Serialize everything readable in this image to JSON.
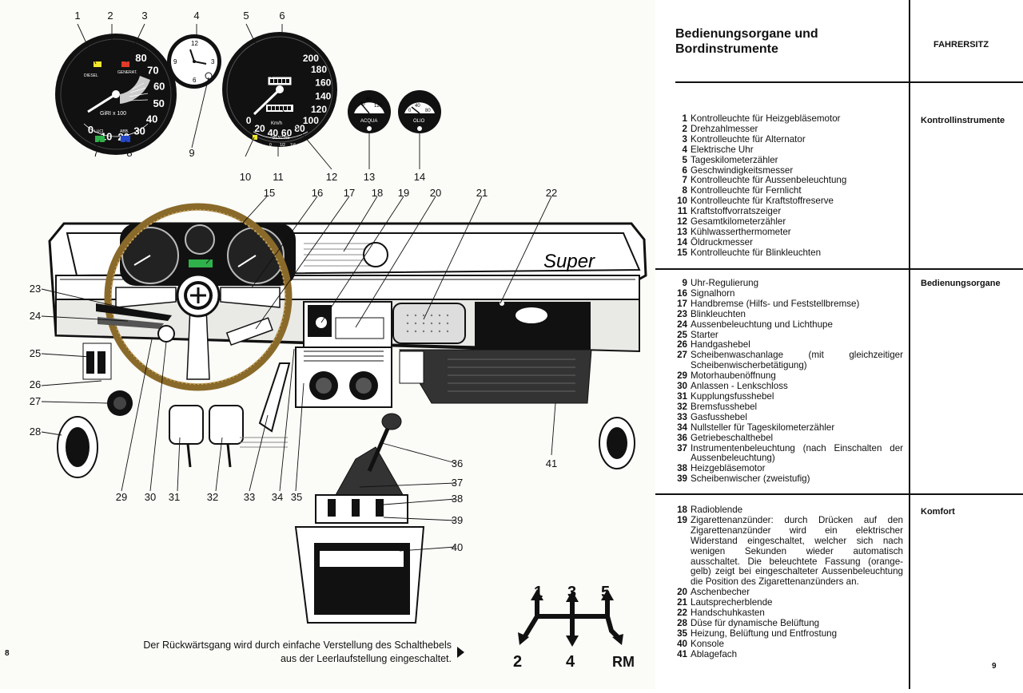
{
  "header": {
    "title_line1": "Bedienungsorgane und",
    "title_line2": "Bordinstrumente",
    "section_tab": "FAHRERSITZ"
  },
  "pages": {
    "left": "8",
    "right": "9"
  },
  "caption": {
    "line1": "Der Rückwärtsgang wird durch einfache Verstellung des Schalthebels",
    "line2": "aus der Leerlaufstellung eingeschaltet."
  },
  "dashboard": {
    "brand_script": "Super",
    "callouts": [
      "1",
      "2",
      "3",
      "4",
      "5",
      "6",
      "7",
      "8",
      "9",
      "10",
      "11",
      "12",
      "13",
      "14",
      "15",
      "16",
      "17",
      "18",
      "19",
      "20",
      "21",
      "22",
      "23",
      "24",
      "25",
      "26",
      "27",
      "28",
      "29",
      "30",
      "31",
      "32",
      "33",
      "34",
      "35",
      "36",
      "37",
      "38",
      "39",
      "40",
      "41"
    ],
    "tach": {
      "ticks": [
        "0",
        "10",
        "20",
        "30",
        "40",
        "50",
        "60",
        "70",
        "80"
      ],
      "unit": "GiRI x 100",
      "warn1": "DIESEL",
      "warn2": "GENERAT.",
      "lamp1": "LUCI",
      "lamp2": "ABB.",
      "green": "#2fb24a",
      "blue": "#2547c9",
      "yellow": "#f2e62e",
      "red": "#e23a2a"
    },
    "clock": {
      "ticks": [
        "12",
        "3",
        "6",
        "9"
      ]
    },
    "speedo": {
      "ticks": [
        "0",
        "20",
        "40",
        "60",
        "80",
        "100",
        "120",
        "140",
        "160",
        "180",
        "200"
      ],
      "unit": "Km/h",
      "fuel": "BENZINE",
      "fuel_scale": [
        "0",
        "1/2",
        "1/4"
      ]
    },
    "water": {
      "label": "ACQUA",
      "ticks": [
        "40",
        "80",
        "120"
      ]
    },
    "oil": {
      "label": "OLIO",
      "ticks": [
        "0",
        "40",
        "80"
      ]
    },
    "gearshift": {
      "positions": [
        "1",
        "2",
        "3",
        "4",
        "5",
        "RM"
      ]
    },
    "steering_wheel_color": "#8a6a2a"
  },
  "sections": {
    "instruments": {
      "label": "Kontrollinstrumente",
      "items": [
        {
          "n": "1",
          "t": "Kontrolleuchte für Heizgebläsemotor"
        },
        {
          "n": "2",
          "t": "Drehzahlmesser"
        },
        {
          "n": "3",
          "t": "Kontrolleuchte für Alternator"
        },
        {
          "n": "4",
          "t": "Elektrische Uhr"
        },
        {
          "n": "5",
          "t": "Tageskilometerzähler"
        },
        {
          "n": "6",
          "t": "Geschwindigkeitsmesser"
        },
        {
          "n": "7",
          "t": "Kontrolleuchte für Aussenbeleuchtung"
        },
        {
          "n": "8",
          "t": "Kontrolleuchte für Fernlicht"
        },
        {
          "n": "10",
          "t": "Kontrolleuchte für Kraftstoffreserve"
        },
        {
          "n": "11",
          "t": "Kraftstoffvorratszeiger"
        },
        {
          "n": "12",
          "t": "Gesamtkilometerzähler"
        },
        {
          "n": "13",
          "t": "Kühlwasserthermometer"
        },
        {
          "n": "14",
          "t": "Öldruckmesser"
        },
        {
          "n": "15",
          "t": "Kontrolleuchte für Blinkleuchten"
        }
      ]
    },
    "controls": {
      "label": "Bedienungsorgane",
      "items": [
        {
          "n": "9",
          "t": "Uhr-Regulierung"
        },
        {
          "n": "16",
          "t": "Signalhorn"
        },
        {
          "n": "17",
          "t": "Handbremse (Hilfs- und Feststellbremse)"
        },
        {
          "n": "23",
          "t": "Blinkleuchten"
        },
        {
          "n": "24",
          "t": "Aussenbeleuchtung und Lichthupe"
        },
        {
          "n": "25",
          "t": "Starter"
        },
        {
          "n": "26",
          "t": "Handgashebel"
        },
        {
          "n": "27",
          "t": "Scheibenwaschanlage (mit gleichzeitiger Scheibenwischerbetätigung)"
        },
        {
          "n": "29",
          "t": "Motorhaubenöffnung"
        },
        {
          "n": "30",
          "t": "Anlassen - Lenkschloss"
        },
        {
          "n": "31",
          "t": "Kupplungsfusshebel"
        },
        {
          "n": "32",
          "t": "Bremsfusshebel"
        },
        {
          "n": "33",
          "t": "Gasfusshebel"
        },
        {
          "n": "34",
          "t": "Nullsteller für Tageskilometerzähler"
        },
        {
          "n": "36",
          "t": "Getriebeschalthebel"
        },
        {
          "n": "37",
          "t": "Instrumentenbeleuchtung (nach Einschalten der Aussenbeleuchtung)"
        },
        {
          "n": "38",
          "t": "Heizgebläsemotor"
        },
        {
          "n": "39",
          "t": "Scheibenwischer (zweistufig)"
        }
      ]
    },
    "comfort": {
      "label": "Komfort",
      "items": [
        {
          "n": "18",
          "t": "Radioblende"
        },
        {
          "n": "19",
          "t": "Zigarettenanzünder: durch Drücken auf den Zigarettenanzünder wird ein elektrischer Widerstand eingeschaltet, welcher sich nach wenigen Sekunden wieder automatisch ausschaltet. Die beleuchtete Fassung (orange-gelb) zeigt bei eingeschalteter Aussenbeleuchtung die Position des Zigarettenanzünders an."
        },
        {
          "n": "20",
          "t": "Aschenbecher"
        },
        {
          "n": "21",
          "t": "Lautsprecherblende"
        },
        {
          "n": "22",
          "t": "Handschuhkasten"
        },
        {
          "n": "28",
          "t": "Düse für dynamische Belüftung"
        },
        {
          "n": "35",
          "t": "Heizung, Belüftung und Entfrostung"
        },
        {
          "n": "40",
          "t": "Konsole"
        },
        {
          "n": "41",
          "t": "Ablagefach"
        }
      ]
    }
  }
}
